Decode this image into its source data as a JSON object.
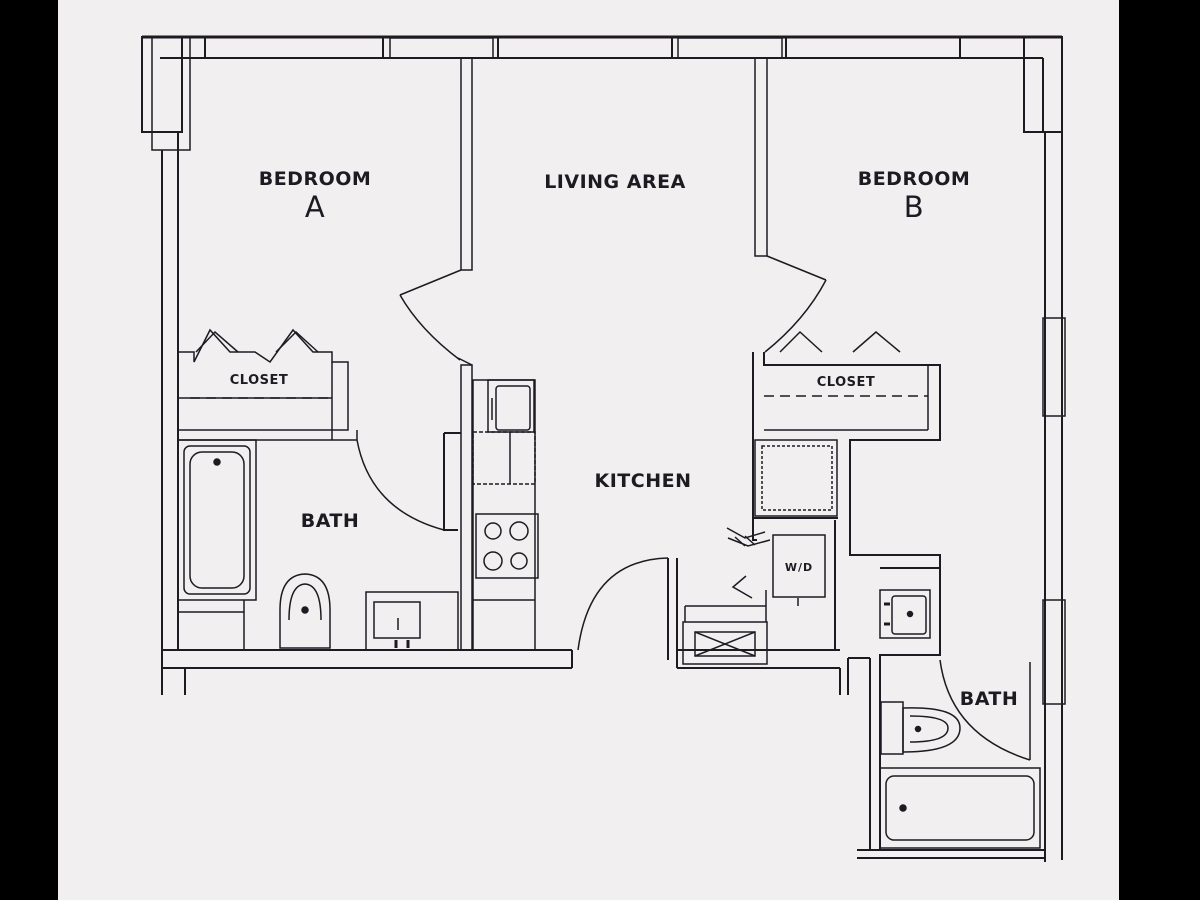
{
  "plan": {
    "rooms": {
      "bedroom_a": {
        "name": "BEDROOM",
        "letter": "A"
      },
      "bedroom_b": {
        "name": "BEDROOM",
        "letter": "B"
      },
      "living": "LIVING AREA",
      "kitchen": "KITCHEN",
      "closet_a": "CLOSET",
      "closet_b": "CLOSET",
      "bath_a": "BATH",
      "bath_b": "BATH",
      "washer_dryer": "W/D"
    },
    "colors": {
      "background": "#000000",
      "paper": "#f2eff0",
      "line": "#1d1a22"
    }
  }
}
